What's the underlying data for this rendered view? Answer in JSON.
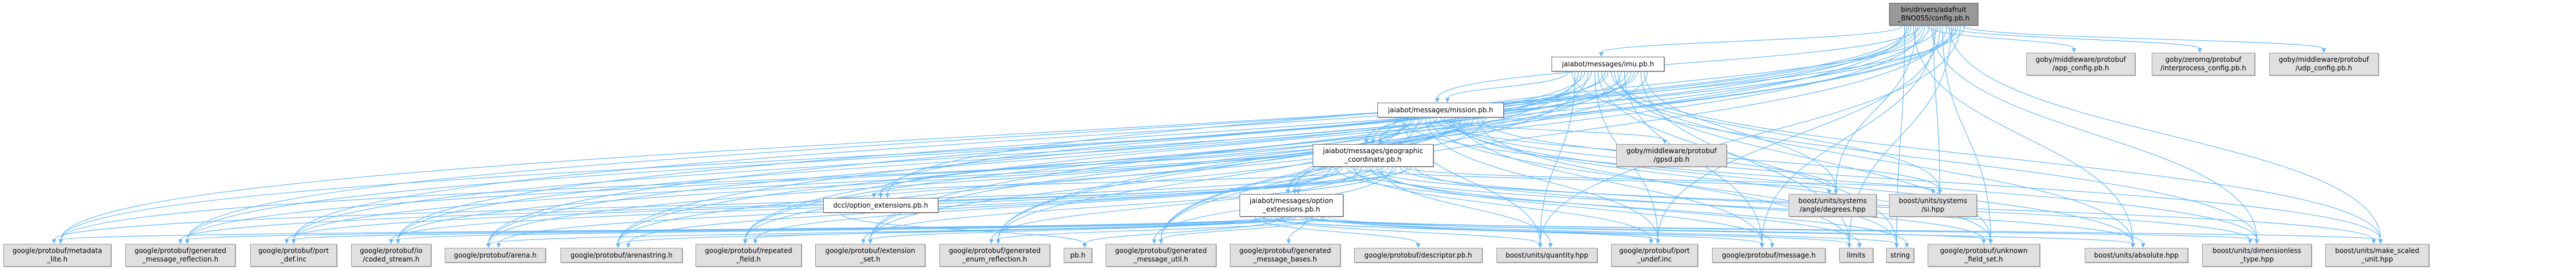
{
  "colors": {
    "edge": "#63b8ff",
    "node_fill": "#e0e0e0",
    "root_fill": "#999999",
    "expanded_fill": "#ffffff"
  },
  "nodes": [
    {
      "id": "root",
      "label": "bin/drivers/adafruit\n_BNO055/config.pb.h",
      "kind": "root"
    },
    {
      "id": "imu",
      "label": "jaiabot/messages/imu.pb.h",
      "kind": "white"
    },
    {
      "id": "app_config",
      "label": "goby/middleware/protobuf\n/app_config.pb.h",
      "kind": "gray"
    },
    {
      "id": "interprocess",
      "label": "goby/zeromq/protobuf\n/interprocess_config.pb.h",
      "kind": "gray"
    },
    {
      "id": "udp_config",
      "label": "goby/middleware/protobuf\n/udp_config.pb.h",
      "kind": "gray"
    },
    {
      "id": "mission",
      "label": "jaiabot/messages/mission.pb.h",
      "kind": "white"
    },
    {
      "id": "geographic",
      "label": "jaiabot/messages/geographic\n_coordinate.pb.h",
      "kind": "white"
    },
    {
      "id": "gpsd",
      "label": "goby/middleware/protobuf\n/gpsd.pb.h",
      "kind": "gray"
    },
    {
      "id": "option_ext",
      "label": "jaiabot/messages/option\n_extensions.pb.h",
      "kind": "white"
    },
    {
      "id": "dccl",
      "label": "dccl/option_extensions.pb.h",
      "kind": "white"
    },
    {
      "id": "degrees",
      "label": "boost/units/systems\n/angle/degrees.hpp",
      "kind": "gray"
    },
    {
      "id": "si",
      "label": "boost/units/systems\n/si.hpp",
      "kind": "gray"
    },
    {
      "id": "metadata_lite",
      "label": "google/protobuf/metadata\n_lite.h",
      "kind": "gray"
    },
    {
      "id": "gmr",
      "label": "google/protobuf/generated\n_message_reflection.h",
      "kind": "gray"
    },
    {
      "id": "port_def",
      "label": "google/protobuf/port\n_def.inc",
      "kind": "gray"
    },
    {
      "id": "coded_stream",
      "label": "google/protobuf/io\n/coded_stream.h",
      "kind": "gray"
    },
    {
      "id": "arena",
      "label": "google/protobuf/arena.h",
      "kind": "gray"
    },
    {
      "id": "arenastring",
      "label": "google/protobuf/arenastring.h",
      "kind": "gray"
    },
    {
      "id": "repeated_field",
      "label": "google/protobuf/repeated\n_field.h",
      "kind": "gray"
    },
    {
      "id": "extension_set",
      "label": "google/protobuf/extension\n_set.h",
      "kind": "gray"
    },
    {
      "id": "enum_reflection",
      "label": "google/protobuf/generated\n_enum_reflection.h",
      "kind": "gray"
    },
    {
      "id": "pb",
      "label": "pb.h",
      "kind": "gray"
    },
    {
      "id": "message_util",
      "label": "google/protobuf/generated\n_message_util.h",
      "kind": "gray"
    },
    {
      "id": "message_bases",
      "label": "google/protobuf/generated\n_message_bases.h",
      "kind": "gray"
    },
    {
      "id": "descriptor",
      "label": "google/protobuf/descriptor.pb.h",
      "kind": "gray"
    },
    {
      "id": "quantity",
      "label": "boost/units/quantity.hpp",
      "kind": "gray"
    },
    {
      "id": "port_undef",
      "label": "google/protobuf/port\n_undef.inc",
      "kind": "gray"
    },
    {
      "id": "message",
      "label": "google/protobuf/message.h",
      "kind": "gray"
    },
    {
      "id": "limits",
      "label": "limits",
      "kind": "gray"
    },
    {
      "id": "string",
      "label": "string",
      "kind": "gray"
    },
    {
      "id": "unknown_field_set",
      "label": "google/protobuf/unknown\n_field_set.h",
      "kind": "gray"
    },
    {
      "id": "absolute",
      "label": "boost/units/absolute.hpp",
      "kind": "gray"
    },
    {
      "id": "dimensionless",
      "label": "boost/units/dimensionless\n_type.hpp",
      "kind": "gray"
    },
    {
      "id": "make_scaled",
      "label": "boost/units/make_scaled\n_unit.hpp",
      "kind": "gray"
    }
  ],
  "common_includes": [
    "limits",
    "string",
    "port_def",
    "port_undef",
    "coded_stream",
    "arena",
    "arenastring",
    "message_util",
    "metadata_lite",
    "gmr",
    "message",
    "repeated_field",
    "extension_set",
    "enum_reflection",
    "unknown_field_set",
    "quantity",
    "absolute",
    "dimensionless",
    "make_scaled"
  ],
  "edges": [
    {
      "from": "root",
      "to": [
        "imu",
        "mission",
        "geographic",
        "option_ext",
        "dccl",
        "app_config",
        "interprocess",
        "udp_config",
        "degrees",
        "si",
        "@common"
      ]
    },
    {
      "from": "imu",
      "to": [
        "mission",
        "geographic",
        "option_ext",
        "dccl",
        "degrees",
        "si",
        "@common"
      ]
    },
    {
      "from": "mission",
      "to": [
        "geographic",
        "gpsd",
        "option_ext",
        "dccl",
        "degrees",
        "si",
        "@common"
      ]
    },
    {
      "from": "geographic",
      "to": [
        "option_ext",
        "dccl",
        "degrees",
        "si",
        "@common"
      ]
    },
    {
      "from": "option_ext",
      "to": [
        "descriptor",
        "message_bases",
        "pb",
        "@common"
      ]
    },
    {
      "from": "dccl",
      "to": [
        "pb"
      ]
    }
  ]
}
